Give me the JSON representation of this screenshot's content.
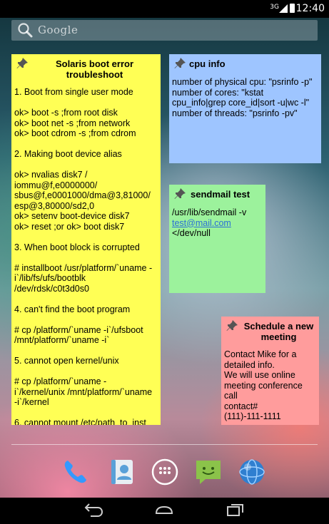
{
  "status_bar": {
    "signal_label": "3G",
    "time": "12:40"
  },
  "search": {
    "label": "Google"
  },
  "notes": [
    {
      "title": "Solaris boot error troubleshoot",
      "color": "#ffff55",
      "body": "1. Boot from single user mode\n\nok> boot -s ;from root disk\nok> boot net -s ;from network\nok> boot cdrom -s ;from cdrom\n\n2. Making boot device alias\n\nok> nvalias disk7 /\niommu@f,e0000000/\nsbus@f,e0001000/dma@3,81000/\nesp@3,80000/sd2,0\nok> setenv boot-device disk7\nok> reset ;or ok> boot disk7\n\n3. When boot block is corrupted\n\n# installboot /usr/platform/`uname -i`/lib/fs/ufs/bootblk /dev/rdsk/c0t3d0s0\n\n4. can't find the boot program\n\n# cp /platform/`uname -i`/ufsboot /mnt/platform/`uname -i`\n\n5. cannot open kernel/unix\n\n# cp /platform/`uname -i`/kernel/unix /mnt/platform/`uname -i`/kernel\n\n6. cannot mount /etc/path_to_inst"
    },
    {
      "title": "cpu info",
      "color": "#9ec5ff",
      "body": "number of physical cpu: \"psrinfo -p\"\nnumber of cores: \"kstat cpu_info|grep core_id|sort -u|wc -l\"\nnumber of threads: \"psrinfo -pv\""
    },
    {
      "title": "sendmail test",
      "color": "#9cf29c",
      "body_before": "/usr/lib/sendmail -v ",
      "link": "test@mail.com",
      "body_after": " </dev/null"
    },
    {
      "title": "Schedule a new meeting",
      "color": "#ff9c9c",
      "body": "Contact Mike for a detailed info.\nWe will use online meeting conference call\ncontact#\n(111)-111-1111"
    }
  ],
  "dock": [
    {
      "icon": "phone-icon",
      "color": "#3399ff"
    },
    {
      "icon": "contacts-icon",
      "color": "#5aa0d8"
    },
    {
      "icon": "app-drawer-icon",
      "color": "#ffffff"
    },
    {
      "icon": "messaging-icon",
      "color": "#8bc34a"
    },
    {
      "icon": "browser-icon",
      "color": "#2f7fd0"
    }
  ]
}
